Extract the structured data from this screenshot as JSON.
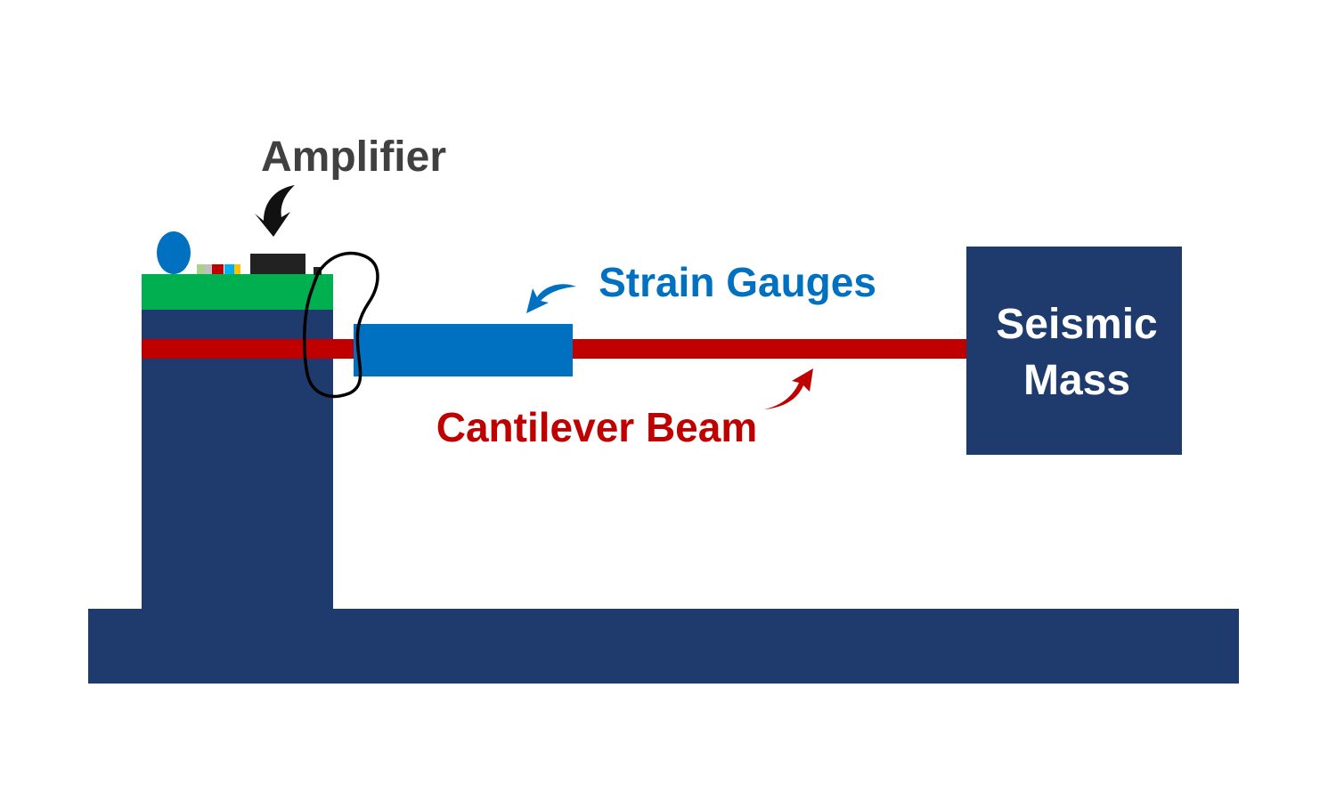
{
  "labels": {
    "amplifier": "Amplifier",
    "strain_gauges": "Strain Gauges",
    "cantilever_beam": "Cantilever Beam",
    "seismic_mass_line1": "Seismic",
    "seismic_mass_line2": "Mass"
  },
  "colors": {
    "background": "#ffffff",
    "structure_navy": "#1f3b6e",
    "circuit_board_green": "#00b050",
    "beam_red": "#c00000",
    "strain_gauge_blue": "#0070c0",
    "amplifier_black": "#222222",
    "amplifier_label": "#404040",
    "mass_text": "#ffffff",
    "wire": "#000000",
    "component_blue": "#0070c0",
    "component_stripes": [
      "#a9d18e",
      "#bfbfbf",
      "#c00000",
      "#00b0f0",
      "#ffc000"
    ]
  },
  "icons": {
    "amplifier_arrow": "curved-arrow-down",
    "strain_gauges_arrow": "curved-arrow-left",
    "cantilever_beam_arrow": "curved-arrow-up-right"
  }
}
